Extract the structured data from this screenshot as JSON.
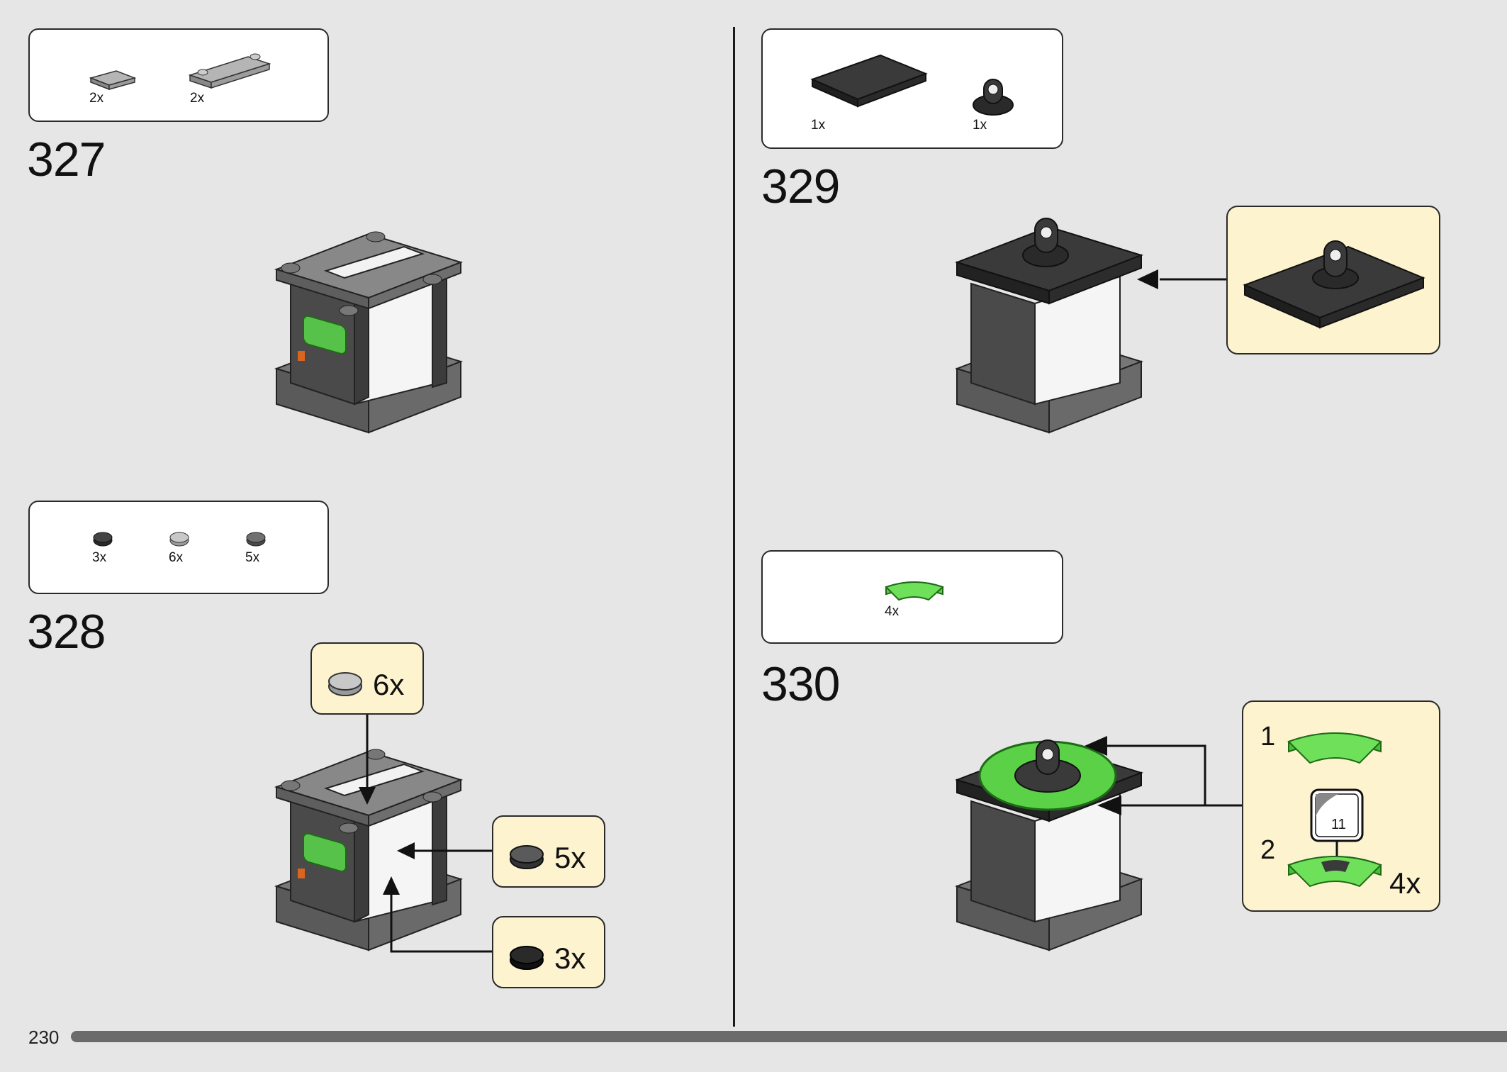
{
  "page": {
    "number": "230"
  },
  "steps": [
    {
      "number": "327",
      "parts": [
        {
          "name": "grey-tile-1x2-icon",
          "count": "2x"
        },
        {
          "name": "grey-plate-1x4-icon",
          "count": "2x"
        }
      ]
    },
    {
      "number": "328",
      "parts": [
        {
          "name": "dark-round-tile-icon",
          "count": "3x"
        },
        {
          "name": "light-round-tile-icon",
          "count": "6x"
        },
        {
          "name": "mid-round-tile-icon",
          "count": "5x"
        }
      ],
      "callouts": [
        {
          "count": "6x"
        },
        {
          "count": "5x"
        },
        {
          "count": "3x"
        }
      ]
    },
    {
      "number": "329",
      "parts": [
        {
          "name": "black-plate-4x4-icon",
          "count": "1x"
        },
        {
          "name": "black-round-mount-icon",
          "count": "1x"
        }
      ]
    },
    {
      "number": "330",
      "parts": [
        {
          "name": "green-curved-tile-icon",
          "count": "4x"
        }
      ],
      "callout": {
        "sub1": "1",
        "sub2": "2",
        "sticker": "11",
        "count": "4x"
      }
    }
  ],
  "colors": {
    "background": "#e6e6e6",
    "callout": "#fdf3cf",
    "green": "#5ad146",
    "dark": "#3a3a3a"
  }
}
